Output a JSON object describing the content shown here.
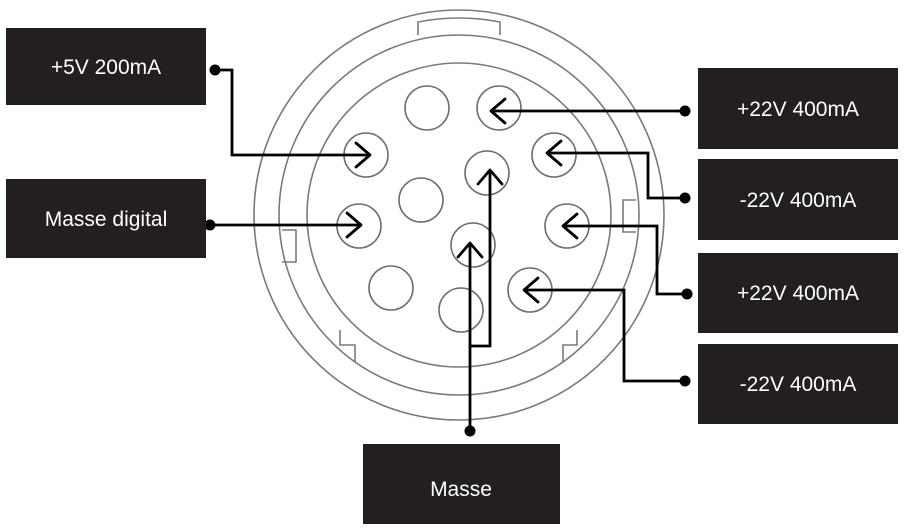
{
  "labels": {
    "plus5v": "+5V 200mA",
    "masse_digital": "Masse digital",
    "plus22v_a": "+22V 400mA",
    "minus22v_a": "-22V 400mA",
    "plus22v_b": "+22V 400mA",
    "minus22v_b": "-22V 400mA",
    "masse": "Masse"
  },
  "colors": {
    "label_background": "#231f20",
    "label_text": "#ffffff",
    "wire": "#000000",
    "connector_outline": "#7a7a7a"
  }
}
